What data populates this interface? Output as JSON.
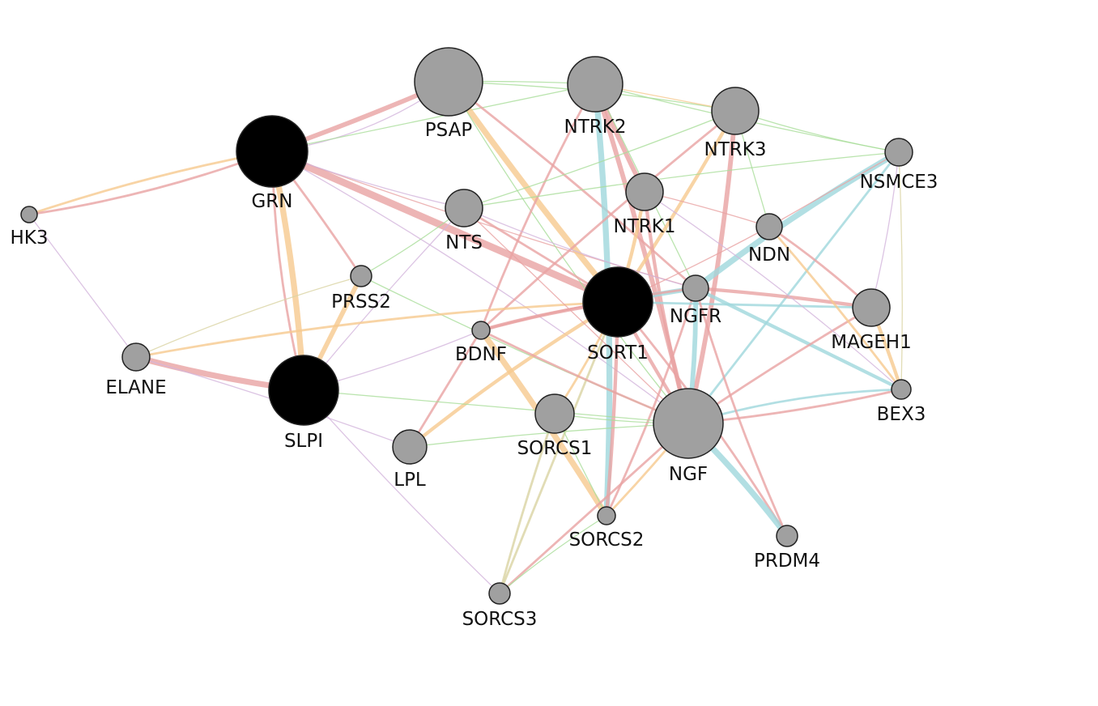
{
  "network": {
    "colors": {
      "query": "#000000",
      "related": "#a0a0a0",
      "coexpression": "#e9a3a3",
      "pathway": "#f6c98e",
      "physical": "#9fd7dc",
      "genetic": "#a9dd9a",
      "predicted": "#d3b5dc",
      "shared_domain": "#d9d3a3"
    },
    "nodes": [
      {
        "id": "HK3",
        "label": "HK3",
        "type": "related"
      },
      {
        "id": "GRN",
        "label": "GRN",
        "type": "query"
      },
      {
        "id": "PSAP",
        "label": "PSAP",
        "type": "related"
      },
      {
        "id": "NTRK2",
        "label": "NTRK2",
        "type": "related"
      },
      {
        "id": "NTRK3",
        "label": "NTRK3",
        "type": "related"
      },
      {
        "id": "NSMCE3",
        "label": "NSMCE3",
        "type": "related"
      },
      {
        "id": "NTRK1",
        "label": "NTRK1",
        "type": "related"
      },
      {
        "id": "NTS",
        "label": "NTS",
        "type": "related"
      },
      {
        "id": "NDN",
        "label": "NDN",
        "type": "related"
      },
      {
        "id": "PRSS2",
        "label": "PRSS2",
        "type": "related"
      },
      {
        "id": "NGFR",
        "label": "NGFR",
        "type": "related"
      },
      {
        "id": "MAGEH1",
        "label": "MAGEH1",
        "type": "related"
      },
      {
        "id": "SORT1",
        "label": "SORT1",
        "type": "query"
      },
      {
        "id": "BDNF",
        "label": "BDNF",
        "type": "related"
      },
      {
        "id": "ELANE",
        "label": "ELANE",
        "type": "related"
      },
      {
        "id": "SLPI",
        "label": "SLPI",
        "type": "query"
      },
      {
        "id": "BEX3",
        "label": "BEX3",
        "type": "related"
      },
      {
        "id": "SORCS1",
        "label": "SORCS1",
        "type": "related"
      },
      {
        "id": "NGF",
        "label": "NGF",
        "type": "related"
      },
      {
        "id": "LPL",
        "label": "LPL",
        "type": "related"
      },
      {
        "id": "SORCS2",
        "label": "SORCS2",
        "type": "related"
      },
      {
        "id": "PRDM4",
        "label": "PRDM4",
        "type": "related"
      },
      {
        "id": "SORCS3",
        "label": "SORCS3",
        "type": "related"
      }
    ],
    "edges": [
      {
        "source": "HK3",
        "target": "GRN",
        "kind": "pathway",
        "weight": 2
      },
      {
        "source": "HK3",
        "target": "GRN",
        "kind": "coexpression",
        "weight": 2
      },
      {
        "source": "HK3",
        "target": "ELANE",
        "kind": "predicted",
        "weight": 1
      },
      {
        "source": "GRN",
        "target": "PSAP",
        "kind": "coexpression",
        "weight": 4
      },
      {
        "source": "GRN",
        "target": "PSAP",
        "kind": "predicted",
        "weight": 1
      },
      {
        "source": "GRN",
        "target": "SLPI",
        "kind": "pathway",
        "weight": 5
      },
      {
        "source": "GRN",
        "target": "SLPI",
        "kind": "coexpression",
        "weight": 2
      },
      {
        "source": "GRN",
        "target": "SORT1",
        "kind": "coexpression",
        "weight": 6
      },
      {
        "source": "GRN",
        "target": "NGFR",
        "kind": "coexpression",
        "weight": 1
      },
      {
        "source": "GRN",
        "target": "NTS",
        "kind": "predicted",
        "weight": 1
      },
      {
        "source": "GRN",
        "target": "NGF",
        "kind": "predicted",
        "weight": 1
      },
      {
        "source": "GRN",
        "target": "PRSS2",
        "kind": "coexpression",
        "weight": 2
      },
      {
        "source": "GRN",
        "target": "NTRK2",
        "kind": "genetic",
        "weight": 1
      },
      {
        "source": "PSAP",
        "target": "SORT1",
        "kind": "pathway",
        "weight": 5
      },
      {
        "source": "PSAP",
        "target": "NGF",
        "kind": "genetic",
        "weight": 1
      },
      {
        "source": "PSAP",
        "target": "NTRK3",
        "kind": "genetic",
        "weight": 1
      },
      {
        "source": "PSAP",
        "target": "NGFR",
        "kind": "coexpression",
        "weight": 2
      },
      {
        "source": "NTRK2",
        "target": "NTRK3",
        "kind": "pathway",
        "weight": 1
      },
      {
        "source": "NTRK2",
        "target": "NTRK1",
        "kind": "coexpression",
        "weight": 4
      },
      {
        "source": "NTRK2",
        "target": "BDNF",
        "kind": "coexpression",
        "weight": 2
      },
      {
        "source": "NTRK2",
        "target": "SORCS2",
        "kind": "physical",
        "weight": 5
      },
      {
        "source": "NTRK2",
        "target": "NGF",
        "kind": "coexpression",
        "weight": 4
      },
      {
        "source": "NTRK2",
        "target": "NGFR",
        "kind": "genetic",
        "weight": 1
      },
      {
        "source": "NTRK2",
        "target": "NSMCE3",
        "kind": "genetic",
        "weight": 1
      },
      {
        "source": "NTRK3",
        "target": "NSMCE3",
        "kind": "genetic",
        "weight": 1
      },
      {
        "source": "NTRK3",
        "target": "NGF",
        "kind": "coexpression",
        "weight": 4
      },
      {
        "source": "NTRK3",
        "target": "SORT1",
        "kind": "pathway",
        "weight": 3
      },
      {
        "source": "NTRK3",
        "target": "NDN",
        "kind": "genetic",
        "weight": 1
      },
      {
        "source": "NTRK3",
        "target": "BDNF",
        "kind": "coexpression",
        "weight": 2
      },
      {
        "source": "NSMCE3",
        "target": "NGFR",
        "kind": "physical",
        "weight": 5
      },
      {
        "source": "NSMCE3",
        "target": "MAGEH1",
        "kind": "predicted",
        "weight": 1
      },
      {
        "source": "NSMCE3",
        "target": "BEX3",
        "kind": "shared_domain",
        "weight": 1
      },
      {
        "source": "NSMCE3",
        "target": "NGF",
        "kind": "physical",
        "weight": 2
      },
      {
        "source": "NSMCE3",
        "target": "NTS",
        "kind": "genetic",
        "weight": 1
      },
      {
        "source": "NTRK1",
        "target": "NGF",
        "kind": "coexpression",
        "weight": 3
      },
      {
        "source": "NTRK1",
        "target": "SORT1",
        "kind": "pathway",
        "weight": 3
      },
      {
        "source": "NTRK1",
        "target": "NDN",
        "kind": "coexpression",
        "weight": 1
      },
      {
        "source": "NTS",
        "target": "SORT1",
        "kind": "coexpression",
        "weight": 2
      },
      {
        "source": "NTS",
        "target": "SLPI",
        "kind": "predicted",
        "weight": 1
      },
      {
        "source": "NTS",
        "target": "NGFR",
        "kind": "predicted",
        "weight": 1
      },
      {
        "source": "NDN",
        "target": "MAGEH1",
        "kind": "coexpression",
        "weight": 2
      },
      {
        "source": "NDN",
        "target": "SORT1",
        "kind": "coexpression",
        "weight": 1
      },
      {
        "source": "PRSS2",
        "target": "SLPI",
        "kind": "pathway",
        "weight": 4
      },
      {
        "source": "PRSS2",
        "target": "NGF",
        "kind": "genetic",
        "weight": 1
      },
      {
        "source": "PRSS2",
        "target": "ELANE",
        "kind": "shared_domain",
        "weight": 1
      },
      {
        "source": "NGFR",
        "target": "NGF",
        "kind": "physical",
        "weight": 4
      },
      {
        "source": "NGFR",
        "target": "MAGEH1",
        "kind": "coexpression",
        "weight": 3
      },
      {
        "source": "NGFR",
        "target": "BEX3",
        "kind": "physical",
        "weight": 3
      },
      {
        "source": "NGFR",
        "target": "SORT1",
        "kind": "physical",
        "weight": 4
      },
      {
        "source": "NGFR",
        "target": "BDNF",
        "kind": "coexpression",
        "weight": 2
      },
      {
        "source": "NGFR",
        "target": "SORCS2",
        "kind": "coexpression",
        "weight": 2
      },
      {
        "source": "MAGEH1",
        "target": "BEX3",
        "kind": "pathway",
        "weight": 3
      },
      {
        "source": "MAGEH1",
        "target": "SORT1",
        "kind": "physical",
        "weight": 2
      },
      {
        "source": "MAGEH1",
        "target": "NGF",
        "kind": "coexpression",
        "weight": 2
      },
      {
        "source": "SORT1",
        "target": "BDNF",
        "kind": "coexpression",
        "weight": 3
      },
      {
        "source": "SORT1",
        "target": "SORCS1",
        "kind": "pathway",
        "weight": 2
      },
      {
        "source": "SORT1",
        "target": "SORCS2",
        "kind": "coexpression",
        "weight": 3
      },
      {
        "source": "SORT1",
        "target": "SORCS3",
        "kind": "shared_domain",
        "weight": 2
      },
      {
        "source": "SORT1",
        "target": "NGF",
        "kind": "coexpression",
        "weight": 3
      },
      {
        "source": "SORT1",
        "target": "LPL",
        "kind": "pathway",
        "weight": 3
      },
      {
        "source": "SORT1",
        "target": "PRDM4",
        "kind": "coexpression",
        "weight": 2
      },
      {
        "source": "BDNF",
        "target": "SORCS2",
        "kind": "pathway",
        "weight": 5
      },
      {
        "source": "BDNF",
        "target": "LPL",
        "kind": "coexpression",
        "weight": 2
      },
      {
        "source": "BDNF",
        "target": "NGF",
        "kind": "coexpression",
        "weight": 2
      },
      {
        "source": "ELANE",
        "target": "SLPI",
        "kind": "coexpression",
        "weight": 5
      },
      {
        "source": "ELANE",
        "target": "SORT1",
        "kind": "pathway",
        "weight": 2
      },
      {
        "source": "ELANE",
        "target": "LPL",
        "kind": "predicted",
        "weight": 1
      },
      {
        "source": "SLPI",
        "target": "NGF",
        "kind": "genetic",
        "weight": 1
      },
      {
        "source": "SLPI",
        "target": "SORCS3",
        "kind": "predicted",
        "weight": 1
      },
      {
        "source": "SLPI",
        "target": "BDNF",
        "kind": "predicted",
        "weight": 1
      },
      {
        "source": "BEX3",
        "target": "NGF",
        "kind": "coexpression",
        "weight": 2
      },
      {
        "source": "BEX3",
        "target": "NGF",
        "kind": "physical",
        "weight": 2
      },
      {
        "source": "SORCS1",
        "target": "SORCS2",
        "kind": "genetic",
        "weight": 1
      },
      {
        "source": "SORCS1",
        "target": "SORCS3",
        "kind": "shared_domain",
        "weight": 2
      },
      {
        "source": "SORCS1",
        "target": "NGF",
        "kind": "genetic",
        "weight": 1
      },
      {
        "source": "NGF",
        "target": "PRDM4",
        "kind": "physical",
        "weight": 5
      },
      {
        "source": "NGF",
        "target": "SORCS2",
        "kind": "pathway",
        "weight": 2
      },
      {
        "source": "NGF",
        "target": "SORCS3",
        "kind": "coexpression",
        "weight": 2
      },
      {
        "source": "NGF",
        "target": "LPL",
        "kind": "genetic",
        "weight": 1
      },
      {
        "source": "SORCS2",
        "target": "SORCS3",
        "kind": "genetic",
        "weight": 1
      },
      {
        "source": "PRDM4",
        "target": "NGFR",
        "kind": "coexpression",
        "weight": 2
      },
      {
        "source": "PSAP",
        "target": "NTRK2",
        "kind": "genetic",
        "weight": 1
      },
      {
        "source": "NTS",
        "target": "NGF",
        "kind": "coexpression",
        "weight": 1
      },
      {
        "source": "NTS",
        "target": "NTRK3",
        "kind": "genetic",
        "weight": 1
      },
      {
        "source": "PRSS2",
        "target": "NTS",
        "kind": "genetic",
        "weight": 1
      },
      {
        "source": "NTRK1",
        "target": "BEX3",
        "kind": "predicted",
        "weight": 1
      },
      {
        "source": "NDN",
        "target": "BEX3",
        "kind": "pathway",
        "weight": 2
      },
      {
        "source": "NDN",
        "target": "NSMCE3",
        "kind": "coexpression",
        "weight": 1
      }
    ]
  }
}
